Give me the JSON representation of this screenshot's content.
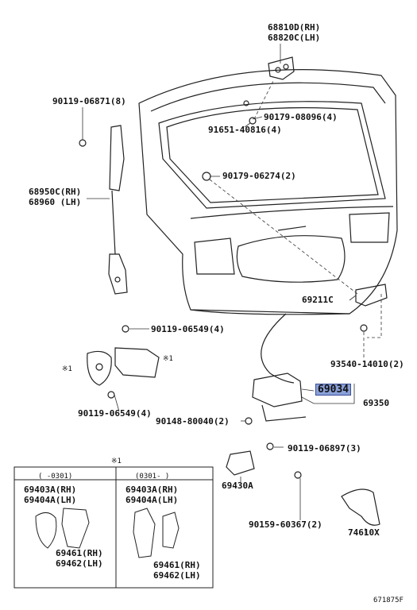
{
  "labels": {
    "p68810d": "68810D(RH)",
    "p68820c": "68820C(LH)",
    "p90119_06871": "90119-06871(8)",
    "p90179_08096": "90179-08096(4)",
    "p91651_40816": "91651-40816(4)",
    "p68950c": "68950C(RH)",
    "p68960": "68960 (LH)",
    "p90179_06274": "90179-06274(2)",
    "p69211c": "69211C",
    "p90119_06549_top": "90119-06549(4)",
    "mark_left": "※1",
    "mark_right": "※1",
    "p93540": "93540-14010(2)",
    "p90119_06549_bot": "90119-06549(4)",
    "p69034": "69034",
    "p69350": "69350",
    "p90148": "90148-80040(2)",
    "p90119_06897": "90119-06897(3)",
    "p69430a": "69430A",
    "p90159": "90159-60367(2)",
    "p74610x": "74610X",
    "figure_id": "671875F"
  },
  "inset": {
    "mark": "※1",
    "col1_header": "(      -0301)",
    "col2_header": "(0301-      )",
    "col1_l1": "69403A(RH)",
    "col1_l2": "69404A(LH)",
    "col1_l3": "69461(RH)",
    "col1_l4": "69462(LH)",
    "col2_l1": "69403A(RH)",
    "col2_l2": "69404A(LH)",
    "col2_l3": "69461(RH)",
    "col2_l4": "69462(LH)"
  }
}
